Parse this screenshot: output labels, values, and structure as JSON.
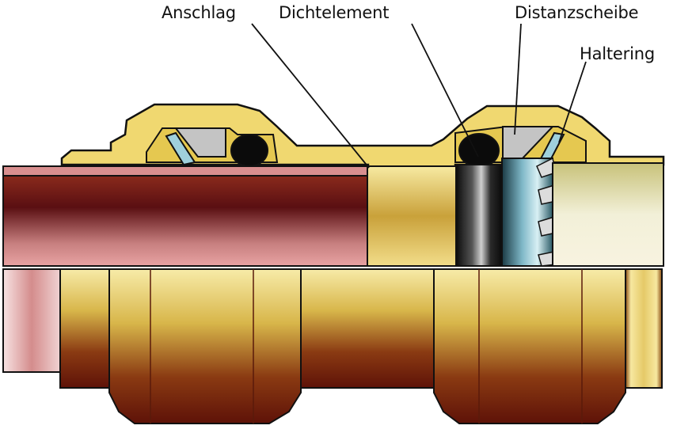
{
  "labels": {
    "anschlag": "Anschlag",
    "dichtelement": "Dichtelement",
    "distanzscheibe": "Distanzscheibe",
    "haltering": "Haltering"
  },
  "colors": {
    "background": "#ffffff",
    "brass_light": "#f5e6a0",
    "brass_mid": "#d9b84c",
    "brass_dark": "#7a1d0a",
    "copper_light": "#e8a3a3",
    "copper_dark": "#5a0f12",
    "seal_black": "#0b0b0b",
    "spacer_grey": "#bfbfbf",
    "ring_teal": "#7fb8c8",
    "outline": "#111111"
  }
}
